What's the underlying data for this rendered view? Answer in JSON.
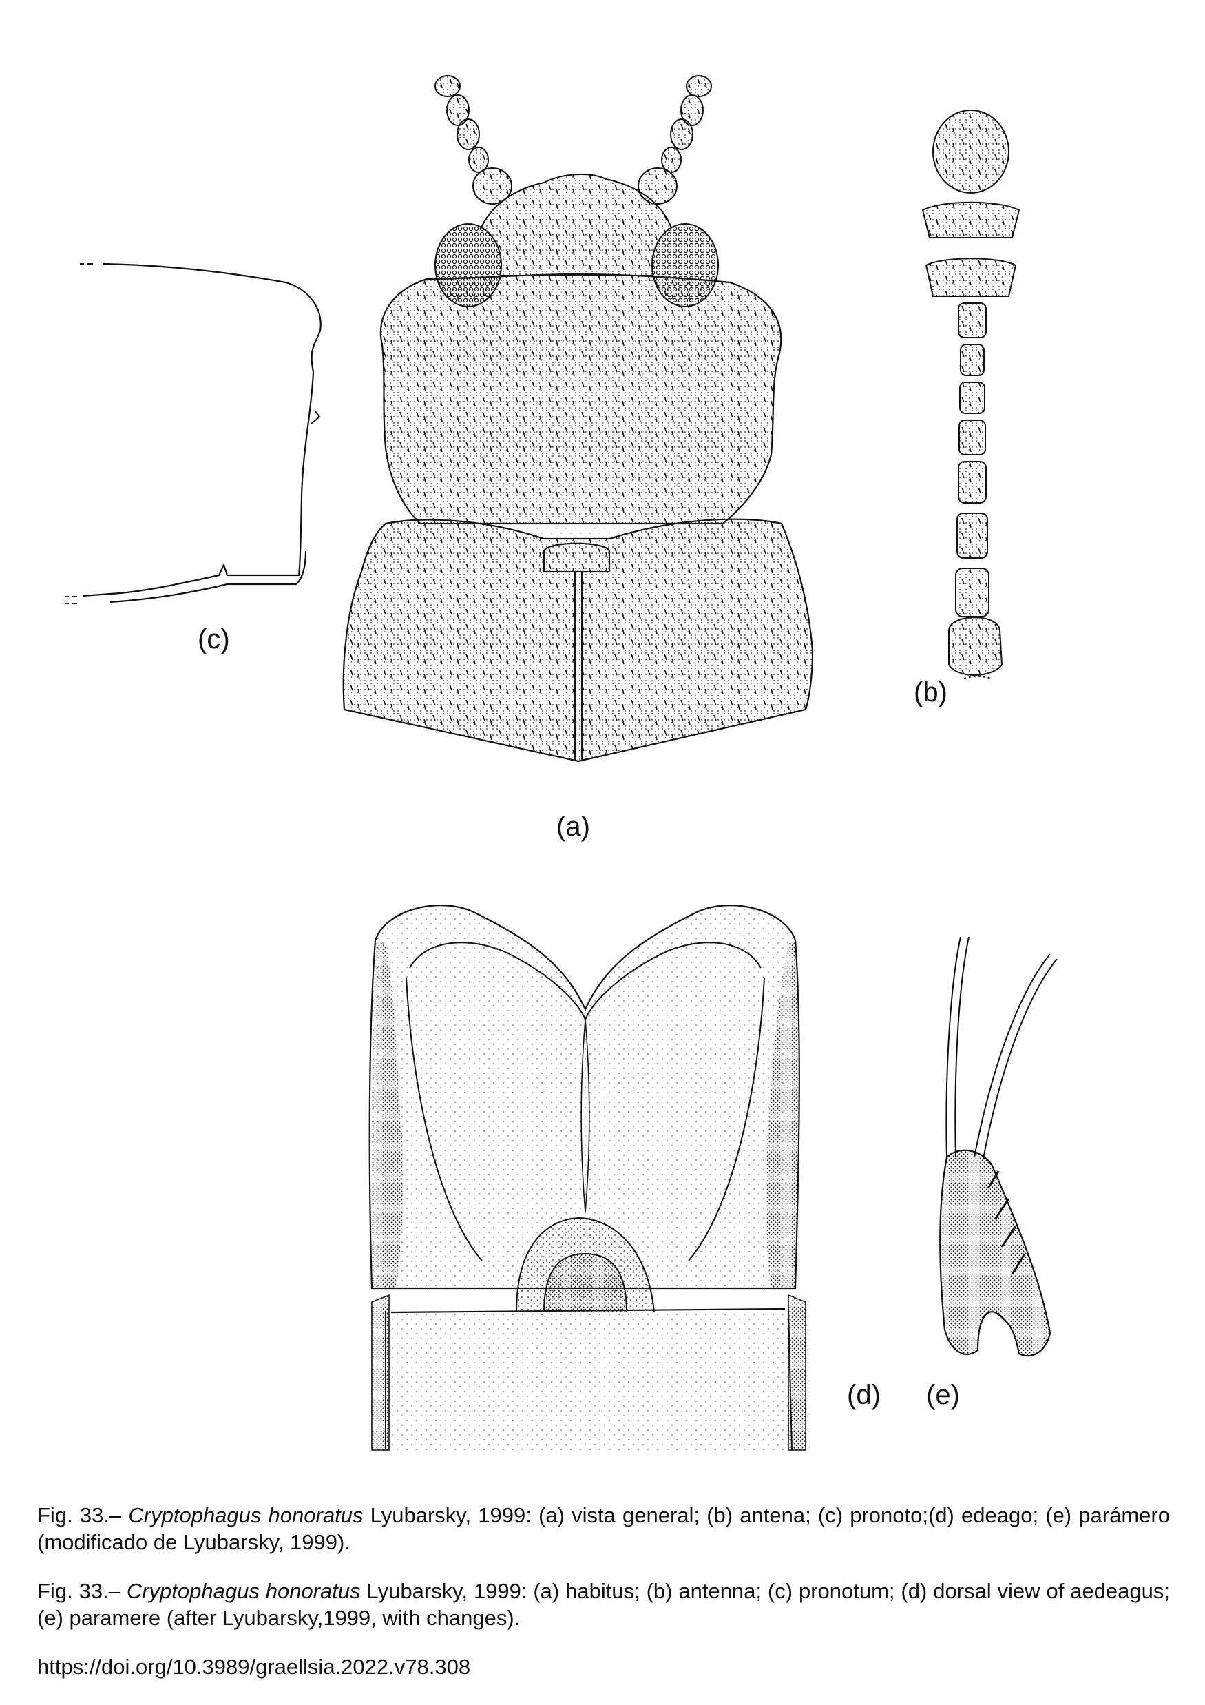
{
  "figure": {
    "panel_labels": {
      "a": "(a)",
      "b": "(b)",
      "c": "(c)",
      "d": "(d)",
      "e": "(e)"
    }
  },
  "captions": {
    "spanish": {
      "prefix": "Fig. 33.– ",
      "species": "Cryptophagus honoratus",
      "text": " Lyubarsky, 1999: (a) vista general; (b) antena; (c) pronoto;(d) edeago; (e) parámero (modificado de Lyubarsky, 1999)."
    },
    "english": {
      "prefix": "Fig. 33.– ",
      "species": "Cryptophagus honoratus",
      "text": " Lyubarsky, 1999: (a) habitus; (b) antenna; (c) pronotum; (d) dorsal view of aedeagus; (e) paramere (after Lyubarsky,1999, with changes)."
    }
  },
  "doi": "https://doi.org/10.3989/graellsia.2022.v78.308"
}
